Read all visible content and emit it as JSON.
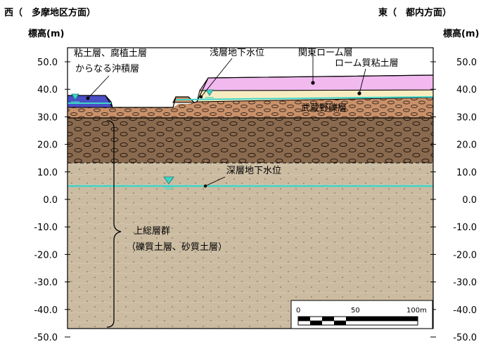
{
  "header": {
    "west_direction": "西（　多摩地区方面）",
    "east_direction": "東（　都内方面）",
    "left_axis_label": "標高(m)",
    "right_axis_label": "標高(m)"
  },
  "axis": {
    "ticks": [
      "50.0",
      "40.0",
      "30.0",
      "20.0",
      "10.0",
      "0.0",
      "-10.0",
      "-20.0",
      "-30.0",
      "-40.0",
      "-50.0"
    ],
    "min_m": -50,
    "max_m": 50
  },
  "labels": {
    "alluvium_line1": "粘土層、腐植土層",
    "alluvium_line2": "からなる沖積層",
    "shallow_gw": "浅層地下水位",
    "kanto_loam": "関東ローム層",
    "loam_clay": "ローム質粘土層",
    "musashino_gravel": "武蔵野礫層",
    "deep_gw": "深層地下水位",
    "kazusa_line1": "上総層群",
    "kazusa_line2": "（礫質土層、砂質土層）"
  },
  "scale_bar": {
    "label_0": "0",
    "label_50": "50",
    "label_100": "100m"
  },
  "colors": {
    "alluvium": "#4a4fc4",
    "kanto_loam": "#f2b9ef",
    "loam_clay": "#f6ecc0",
    "musashino_gravel": "#c9916a",
    "dark_gravel": "#8a6a4e",
    "kazusa": "#cbbba1",
    "groundwater": "#3fd4c8"
  }
}
